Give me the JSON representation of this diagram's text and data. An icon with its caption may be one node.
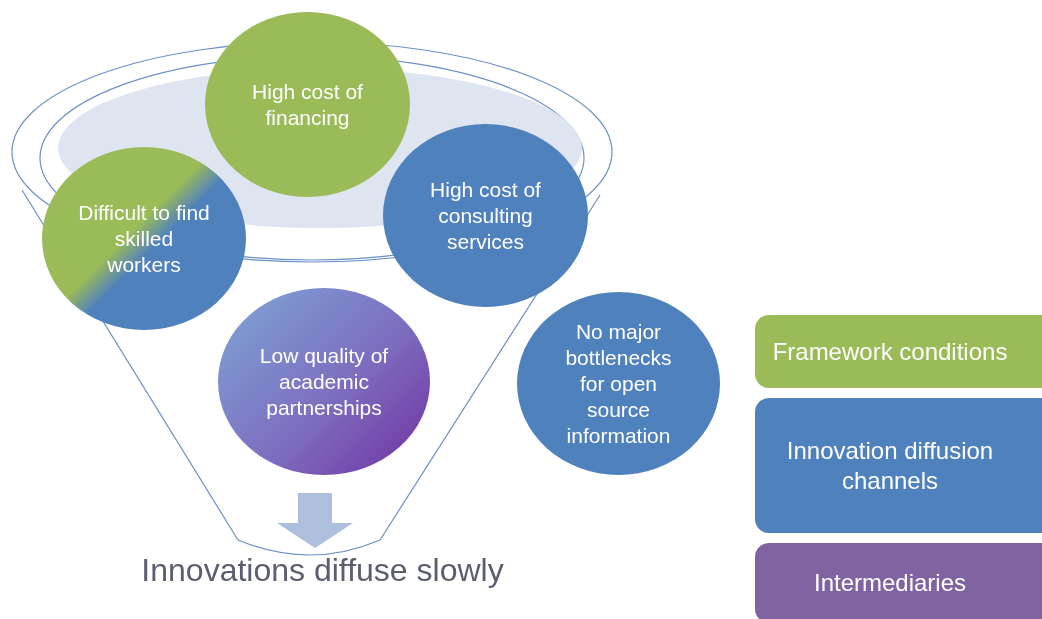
{
  "diagram": {
    "nodes": [
      {
        "text": [
          "High cost of financing"
        ]
      },
      {
        "text": [
          "Difficult to find skilled workers"
        ]
      },
      {
        "text": [
          "High cost of consulting services"
        ]
      },
      {
        "text": [
          "Low quality of academic partnerships"
        ]
      },
      {
        "text": [
          "No major bottlenecks for open source information"
        ]
      },
      {
        "text": [
          "Innovations diffuse slowly"
        ]
      }
    ],
    "edges": [
      {
        "from": null,
        "to": 5,
        "arrow": "to"
      }
    ],
    "legend": [
      {
        "text": "Framework conditions",
        "color": "#9bbb59"
      },
      {
        "text": "Innovation diffusion channels",
        "color": "#4f81bd"
      },
      {
        "text": "Intermediaries",
        "color": "#8064a2"
      }
    ]
  }
}
